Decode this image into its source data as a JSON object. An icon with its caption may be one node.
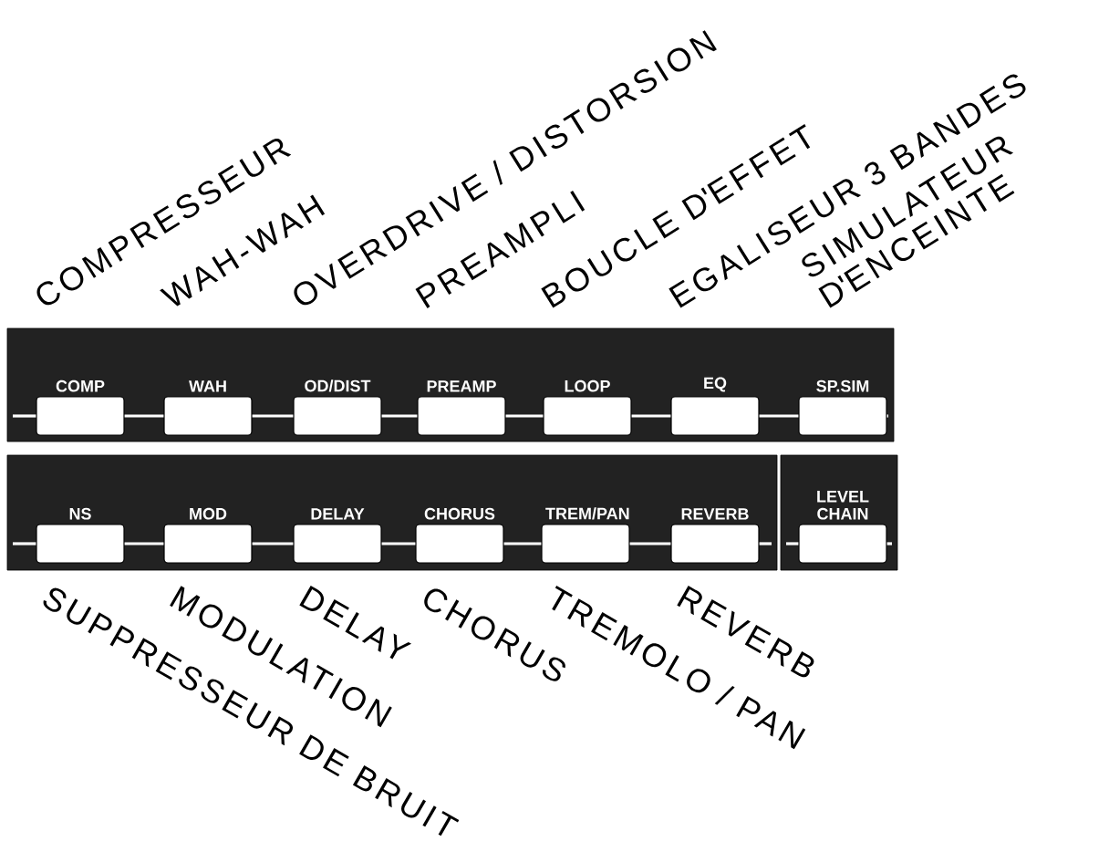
{
  "diagram": {
    "nodes": [
      {
        "text": [],
        "shape": "box"
      },
      {
        "text": [
          "COMP"
        ],
        "in": 0,
        "beside": [
          "COMPRESSEUR"
        ]
      },
      {
        "text": [
          "WAH"
        ],
        "in": 0,
        "beside": [
          "WAH-WAH"
        ]
      },
      {
        "text": [
          "OD/DIST"
        ],
        "in": 0,
        "beside": [
          "OVERDRIVE / DISTORSION"
        ]
      },
      {
        "text": [
          "PREAMP"
        ],
        "in": 0,
        "beside": [
          "PREAMPLI"
        ]
      },
      {
        "text": [
          "LOOP"
        ],
        "in": 0,
        "beside": [
          "BOUCLE D'EFFET"
        ]
      },
      {
        "text": [
          "EQ"
        ],
        "in": 0,
        "beside": [
          "EGALISEUR 3 BANDES"
        ]
      },
      {
        "text": [
          "SP.SIM"
        ],
        "in": 0,
        "beside": [
          "SIMULATEUR D'ENCEINTE"
        ]
      },
      {
        "text": [],
        "shape": "box"
      },
      {
        "text": [
          "NS"
        ],
        "in": 8,
        "beside": [
          "SUPPRESSEUR DE BRUIT"
        ]
      },
      {
        "text": [
          "MOD"
        ],
        "in": 8,
        "beside": [
          "MODULATION"
        ]
      },
      {
        "text": [
          "DELAY"
        ],
        "in": 8,
        "beside": [
          "DELAY"
        ]
      },
      {
        "text": [
          "CHORUS"
        ],
        "in": 8,
        "beside": [
          "CHORUS"
        ]
      },
      {
        "text": [
          "TREM/PAN"
        ],
        "in": 8,
        "beside": [
          "TREMOLO / PAN"
        ]
      },
      {
        "text": [
          "REVERB"
        ],
        "in": 8,
        "beside": [
          "REVERB"
        ]
      },
      {
        "text": [],
        "shape": "box"
      },
      {
        "text": [
          "LEVEL CHAIN"
        ],
        "in": 15
      }
    ],
    "edges": [
      {
        "from": 1,
        "to": 2,
        "arrow": "none"
      },
      {
        "from": 2,
        "to": 3,
        "arrow": "none"
      },
      {
        "from": 3,
        "to": 4,
        "arrow": "none"
      },
      {
        "from": 4,
        "to": 5,
        "arrow": "none"
      },
      {
        "from": 5,
        "to": 6,
        "arrow": "none"
      },
      {
        "from": 6,
        "to": 7,
        "arrow": "none"
      },
      {
        "from": 9,
        "to": 10,
        "arrow": "none"
      },
      {
        "from": 10,
        "to": 11,
        "arrow": "none"
      },
      {
        "from": 11,
        "to": 12,
        "arrow": "none"
      },
      {
        "from": 12,
        "to": 13,
        "arrow": "none"
      },
      {
        "from": 13,
        "to": 14,
        "arrow": "none"
      }
    ]
  }
}
